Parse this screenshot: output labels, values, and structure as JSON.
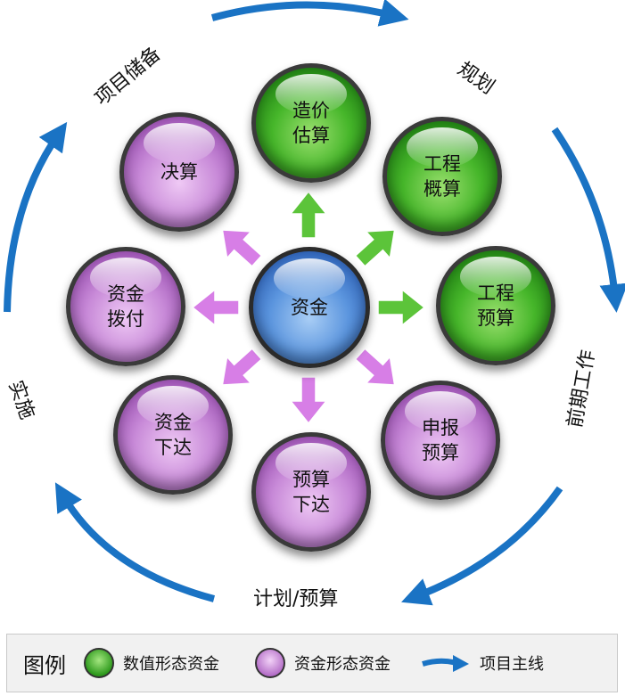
{
  "center": "资金",
  "green_nodes": [
    "造价\n估算",
    "工程\n概算",
    "工程\n预算"
  ],
  "purple_nodes": [
    "申报\n预算",
    "预算\n下达",
    "资金\n下达",
    "资金\n拨付",
    "决算"
  ],
  "phases": [
    "项目储备",
    "规划",
    "前期工作",
    "计划/预算",
    "实施"
  ],
  "legend": {
    "title": "图例",
    "green_label": "数值形态资金",
    "purple_label": "资金形态资金",
    "arrow_label": "项目主线"
  },
  "colors": {
    "main_arrow": "#1a73c4",
    "green_arrow": "#5cc43a",
    "purple_arrow": "#d77ee6"
  }
}
